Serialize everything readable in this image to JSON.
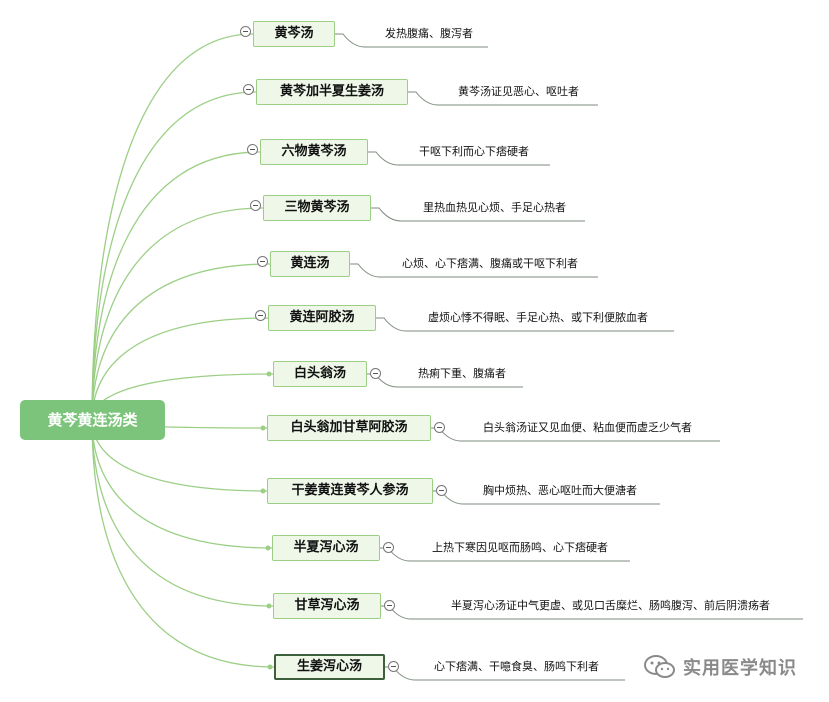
{
  "root": {
    "label": "黄芩黄连汤类"
  },
  "branches": [
    {
      "topic": "黄芩汤",
      "detail": "发热腹痛、腹泻者"
    },
    {
      "topic": "黄芩加半夏生姜汤",
      "detail": "黄芩汤证见恶心、呕吐者"
    },
    {
      "topic": "六物黄芩汤",
      "detail": "干呕下利而心下痞硬者"
    },
    {
      "topic": "三物黄芩汤",
      "detail": "里热血热见心烦、手足心热者"
    },
    {
      "topic": "黄连汤",
      "detail": "心烦、心下痞满、腹痛或干呕下利者"
    },
    {
      "topic": "黄连阿胶汤",
      "detail": "虚烦心悸不得眠、手足心热、或下利便脓血者"
    },
    {
      "topic": "白头翁汤",
      "detail": "热痢下重、腹痛者"
    },
    {
      "topic": "白头翁加甘草阿胶汤",
      "detail": "白头翁汤证又见血便、粘血便而虚乏少气者"
    },
    {
      "topic": "干姜黄连黄芩人参汤",
      "detail": "胸中烦热、恶心呕吐而大便溏者"
    },
    {
      "topic": "半夏泻心汤",
      "detail": "上热下寒因见呕而肠鸣、心下痞硬者"
    },
    {
      "topic": "甘草泻心汤",
      "detail": "半夏泻心汤证中气更虚、或见口舌糜烂、肠鸣腹泻、前后阴溃疡者"
    },
    {
      "topic": "生姜泻心汤",
      "detail": "心下痞满、干噫食臭、肠鸣下利者"
    }
  ],
  "watermark": {
    "text": "实用医学知识",
    "icon": "wechat-icon"
  },
  "colors": {
    "line": "#9ccf86",
    "root": "#7cc47c",
    "topic_bg": "#eef7e8",
    "detail_line": "#7c8a7c"
  }
}
